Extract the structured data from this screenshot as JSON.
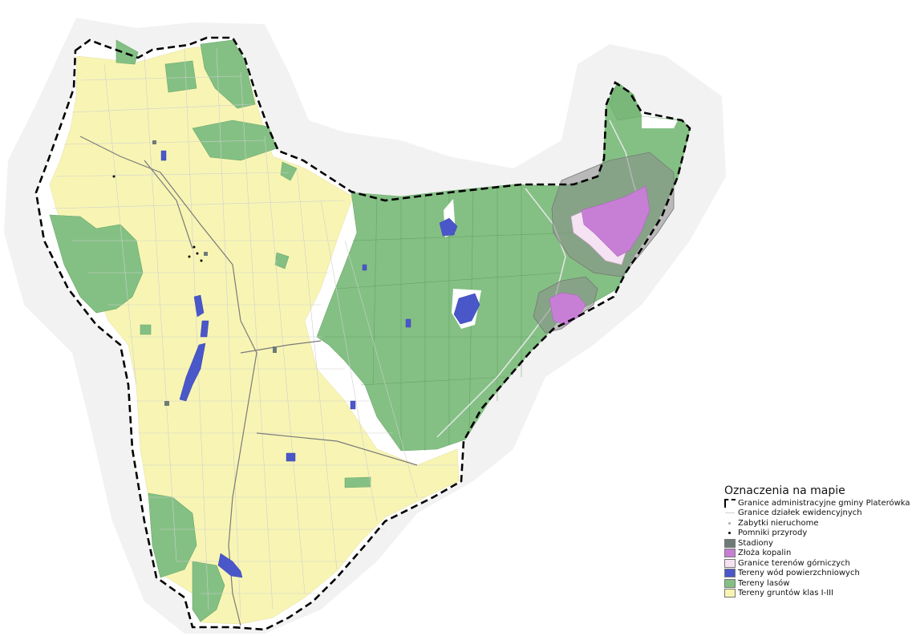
{
  "legend": {
    "title": "Oznaczenia na mapie",
    "items": [
      {
        "label": "Granice administracyjne gminy Platerówka",
        "symbol": "dashed-boundary",
        "color": "#000000"
      },
      {
        "label": "Granice działek ewidencyjnych",
        "symbol": "thin-line",
        "color": "#d0d0d0"
      },
      {
        "label": "Zabytki nieruchome",
        "symbol": "grey-dot",
        "color": "#aaaaaa"
      },
      {
        "label": "Pomniki przyrody",
        "symbol": "black-dot",
        "color": "#000000"
      },
      {
        "label": "Stadiony",
        "symbol": "fill",
        "color": "#6f7a78"
      },
      {
        "label": "Złoża kopalin",
        "symbol": "fill",
        "color": "#c77fd6"
      },
      {
        "label": "Granice terenów górniczych",
        "symbol": "fill",
        "color": "#f5e2f3"
      },
      {
        "label": "Tereny wód powierzchniowych",
        "symbol": "fill",
        "color": "#4a57c9"
      },
      {
        "label": "Tereny lasów",
        "symbol": "fill",
        "color": "#84c084"
      },
      {
        "label": "Tereny gruntów klas I-III",
        "symbol": "fill",
        "color": "#f8f5b4"
      }
    ]
  },
  "colors": {
    "buffer": "#f2f2f2",
    "municipality": "#ffffff",
    "forest": "#84c084",
    "soil": "#f8f5b4",
    "water": "#4a57c9",
    "deposit": "#c77fd6",
    "mining_area": "#f5e2f3",
    "mining_overlay": "#8b8b8b",
    "stadium": "#6f7a78",
    "parcel_line": "#cccccc",
    "boundary": "#000000"
  }
}
